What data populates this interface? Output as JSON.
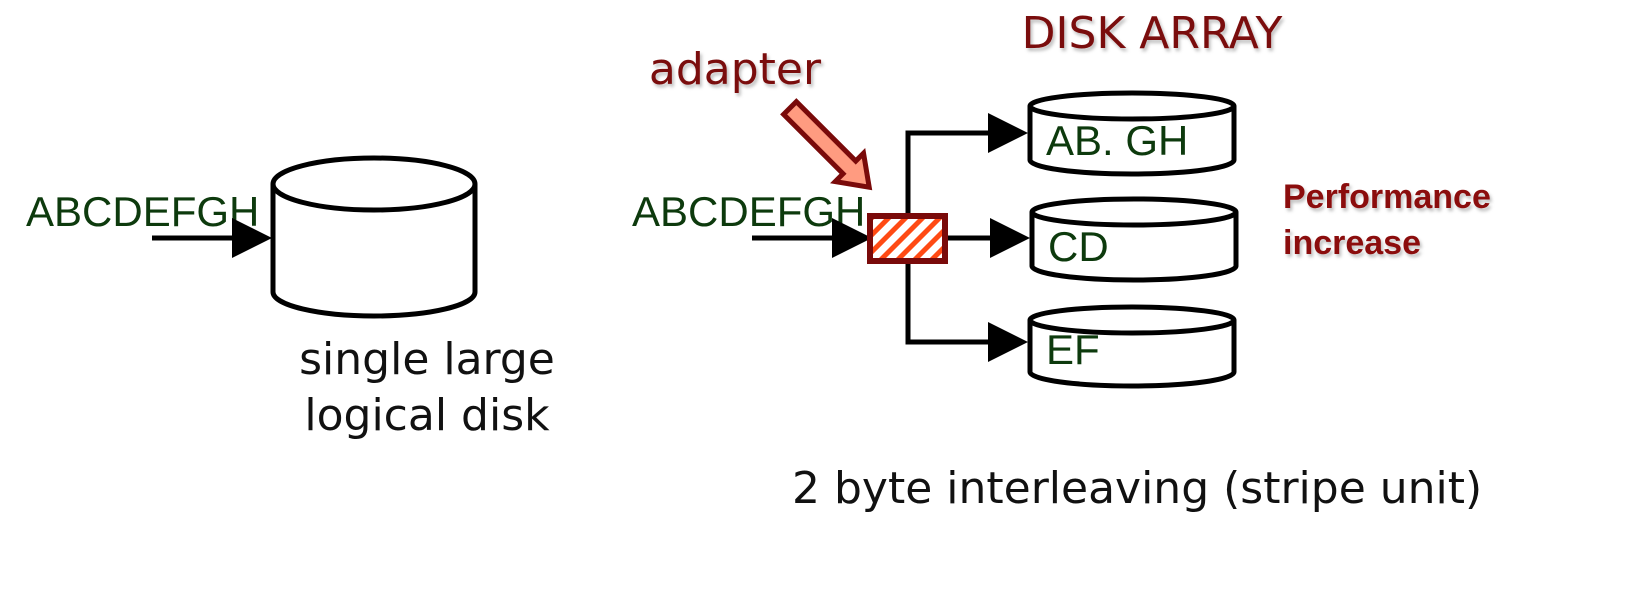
{
  "title": "DISK ARRAY",
  "left": {
    "input_label": "ABCDEFGH",
    "disk_caption_line1": "single large",
    "disk_caption_line2": "logical disk"
  },
  "right": {
    "input_label": "ABCDEFGH",
    "adapter_label": "adapter",
    "disks": [
      {
        "label": "AB. GH"
      },
      {
        "label": "CD"
      },
      {
        "label": "EF"
      }
    ],
    "benefit_line1": "Performance",
    "benefit_line2": "increase",
    "footer": "2 byte interleaving (stripe unit)"
  },
  "colors": {
    "data_text": "#0d3a0d",
    "accent_red": "#7a0a0a",
    "hatch": "#ff4a14",
    "arrow_fill": "#ff9b80"
  }
}
